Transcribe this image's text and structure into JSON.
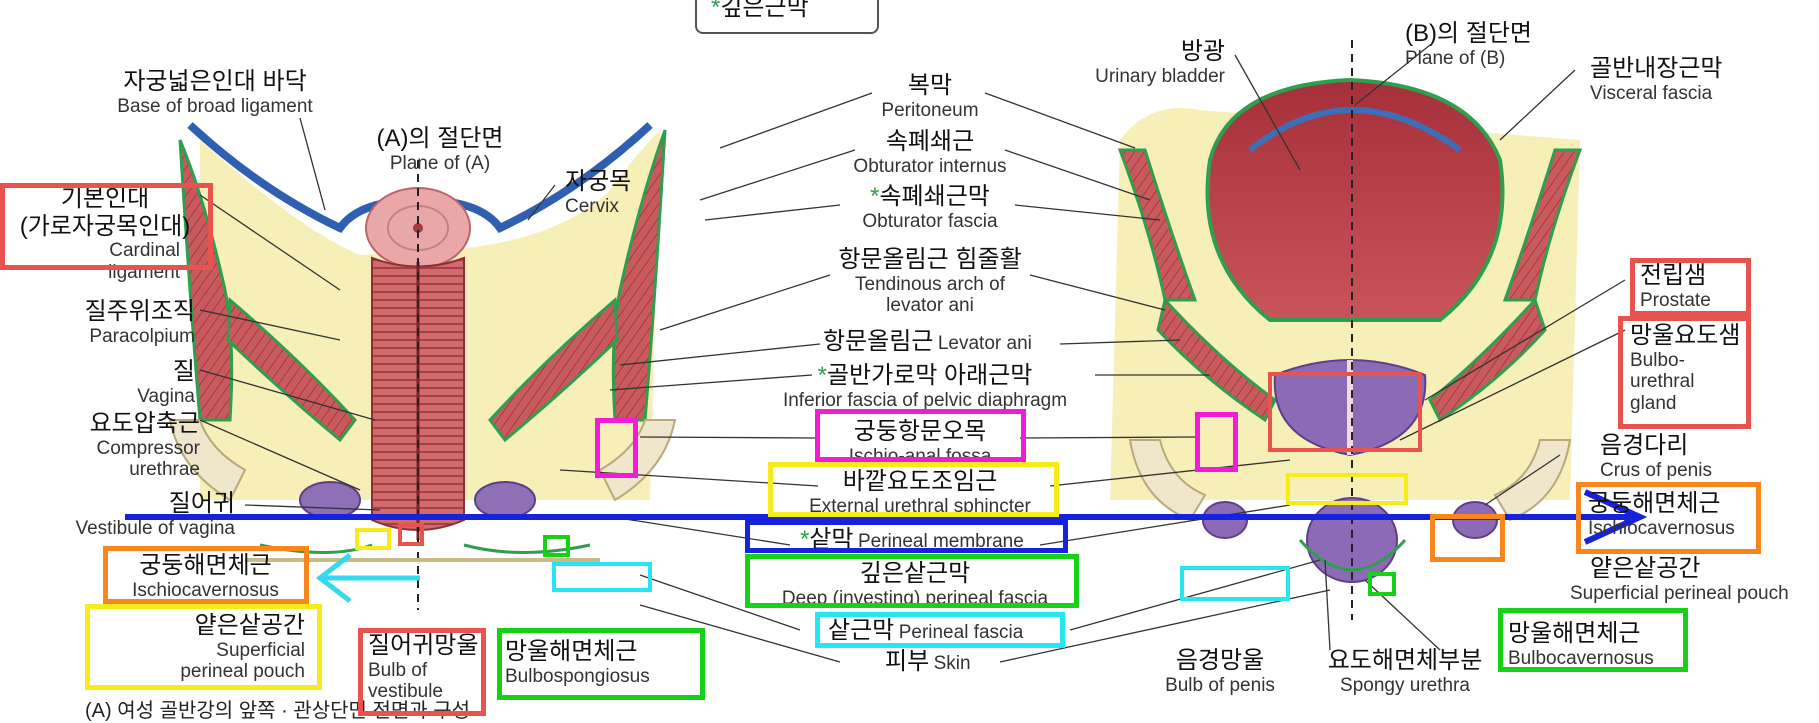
{
  "top_box": {
    "ko": "*깊은근막"
  },
  "left": {
    "base_broad_ligament": {
      "ko": "자궁넓은인대 바닥",
      "en": "Base of broad ligament"
    },
    "plane_a": {
      "ko": "(A)의 절단면",
      "en": "Plane of (A)"
    },
    "cervix": {
      "ko": "자궁목",
      "en": "Cervix"
    },
    "cardinal": {
      "ko1": "기본인대",
      "ko2": "(가로자궁목인대)",
      "en1": "Cardinal",
      "en2": "ligament"
    },
    "paracolpium": {
      "ko": "질주위조직",
      "en": "Paracolpium"
    },
    "vagina": {
      "ko": "질",
      "en": "Vagina"
    },
    "compressor": {
      "ko": "요도압축근",
      "en1": "Compressor",
      "en2": "urethrae"
    },
    "vestibule": {
      "ko": "질어귀",
      "en": "Vestibule of vagina"
    },
    "ischio": {
      "ko": "궁둥해면체근",
      "en": "Ischiocavernosus"
    },
    "superficial": {
      "ko": "얕은샅공간",
      "en1": "Superficial",
      "en2": "perineal pouch"
    },
    "bulb_vestibule": {
      "ko": "질어귀망울",
      "en1": "Bulb of",
      "en2": "vestibule"
    },
    "bulbospongiosus": {
      "ko": "망울해면체근",
      "en": "Bulbospongiosus"
    },
    "caption": "(A) 여성 골반강의 앞쪽 · 관상단면 전면과 구성"
  },
  "middle": {
    "peritoneum": {
      "ko": "복막",
      "en": "Peritoneum"
    },
    "obturator_internus": {
      "ko": "속폐쇄근",
      "en": "Obturator internus"
    },
    "obturator_fascia": {
      "ko": "*속폐쇄근막",
      "en": "Obturator fascia"
    },
    "tendinous_arch": {
      "ko": "항문올림근 힘줄활",
      "en1": "Tendinous arch of",
      "en2": "levator ani"
    },
    "levator_ani": {
      "ko": "항문올림근",
      "en": "Levator ani"
    },
    "inferior_fascia": {
      "ko": "*골반가로막 아래근막",
      "en": "Inferior fascia of pelvic diaphragm"
    },
    "ischio_anal": {
      "ko": "궁둥항문오목",
      "en": "Ischio-anal fossa"
    },
    "ext_urethral": {
      "ko": "바깥요도조임근",
      "en": "External urethral sphincter"
    },
    "perineal_membrane": {
      "ko": "*샅막",
      "en": "Perineal membrane"
    },
    "deep_fascia": {
      "ko": "깊은샅근막",
      "en": "Deep (investing) perineal fascia"
    },
    "perineal_fascia": {
      "ko": "샅근막",
      "en": "Perineal fascia"
    },
    "skin": {
      "ko": "피부",
      "en": "Skin"
    }
  },
  "right": {
    "bladder": {
      "ko": "방광",
      "en": "Urinary bladder"
    },
    "plane_b": {
      "ko": "(B)의 절단면",
      "en": "Plane of (B)"
    },
    "visceral": {
      "ko": "골반내장근막",
      "en": "Visceral fascia"
    },
    "prostate": {
      "ko": "전립샘",
      "en": "Prostate"
    },
    "bulbourethral": {
      "ko": "망울요도샘",
      "en1": "Bulbo-",
      "en2": "urethral",
      "en3": "gland"
    },
    "crus": {
      "ko": "음경다리",
      "en": "Crus of penis"
    },
    "ischio": {
      "ko": "궁둥해면체근",
      "en": "Ischiocavernosus"
    },
    "superficial": {
      "ko": "얕은샅공간",
      "en": "Superficial perineal pouch"
    },
    "bulbocavernosus": {
      "ko": "망울해면체근",
      "en": "Bulbocavernosus"
    },
    "bulb_penis": {
      "ko": "음경망울",
      "en": "Bulb of penis"
    },
    "spongy": {
      "ko": "요도해면체부분",
      "en": "Spongy urethra"
    }
  },
  "colors": {
    "red": "#e8524f",
    "pink": "#f21bd6",
    "yellow": "#f6ec1b",
    "blue": "#1622dc",
    "green": "#17d116",
    "cyan": "#25e6f2",
    "orange": "#f7871c",
    "arrow_cyan": "#36d8f0"
  }
}
